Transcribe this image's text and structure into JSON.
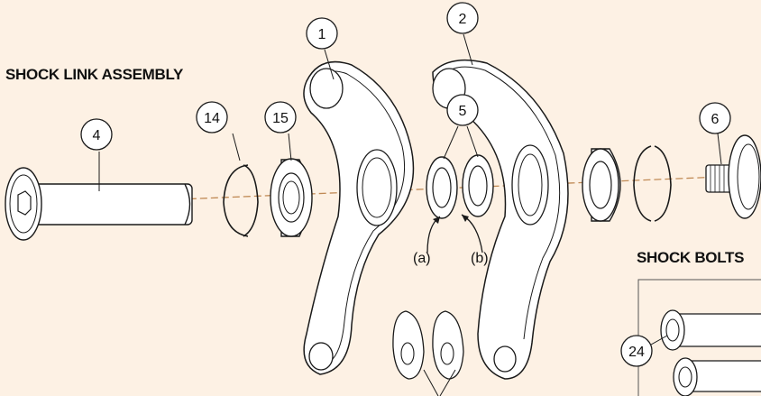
{
  "headings": {
    "shock_link_assembly": "SHOCK LINK ASSEMBLY",
    "shock_bolts": "SHOCK BOLTS"
  },
  "callouts": {
    "n1": "1",
    "n2": "2",
    "n4": "4",
    "n5": "5",
    "n6": "6",
    "n14": "14",
    "n15": "15",
    "n24": "24"
  },
  "sub_labels": {
    "a": "(a)",
    "b": "(b)"
  },
  "colors": {
    "background": "#fdf1e4",
    "axis_line": "#c08a55",
    "part_fill": "#ffffff",
    "outline": "#1a1a1a"
  }
}
